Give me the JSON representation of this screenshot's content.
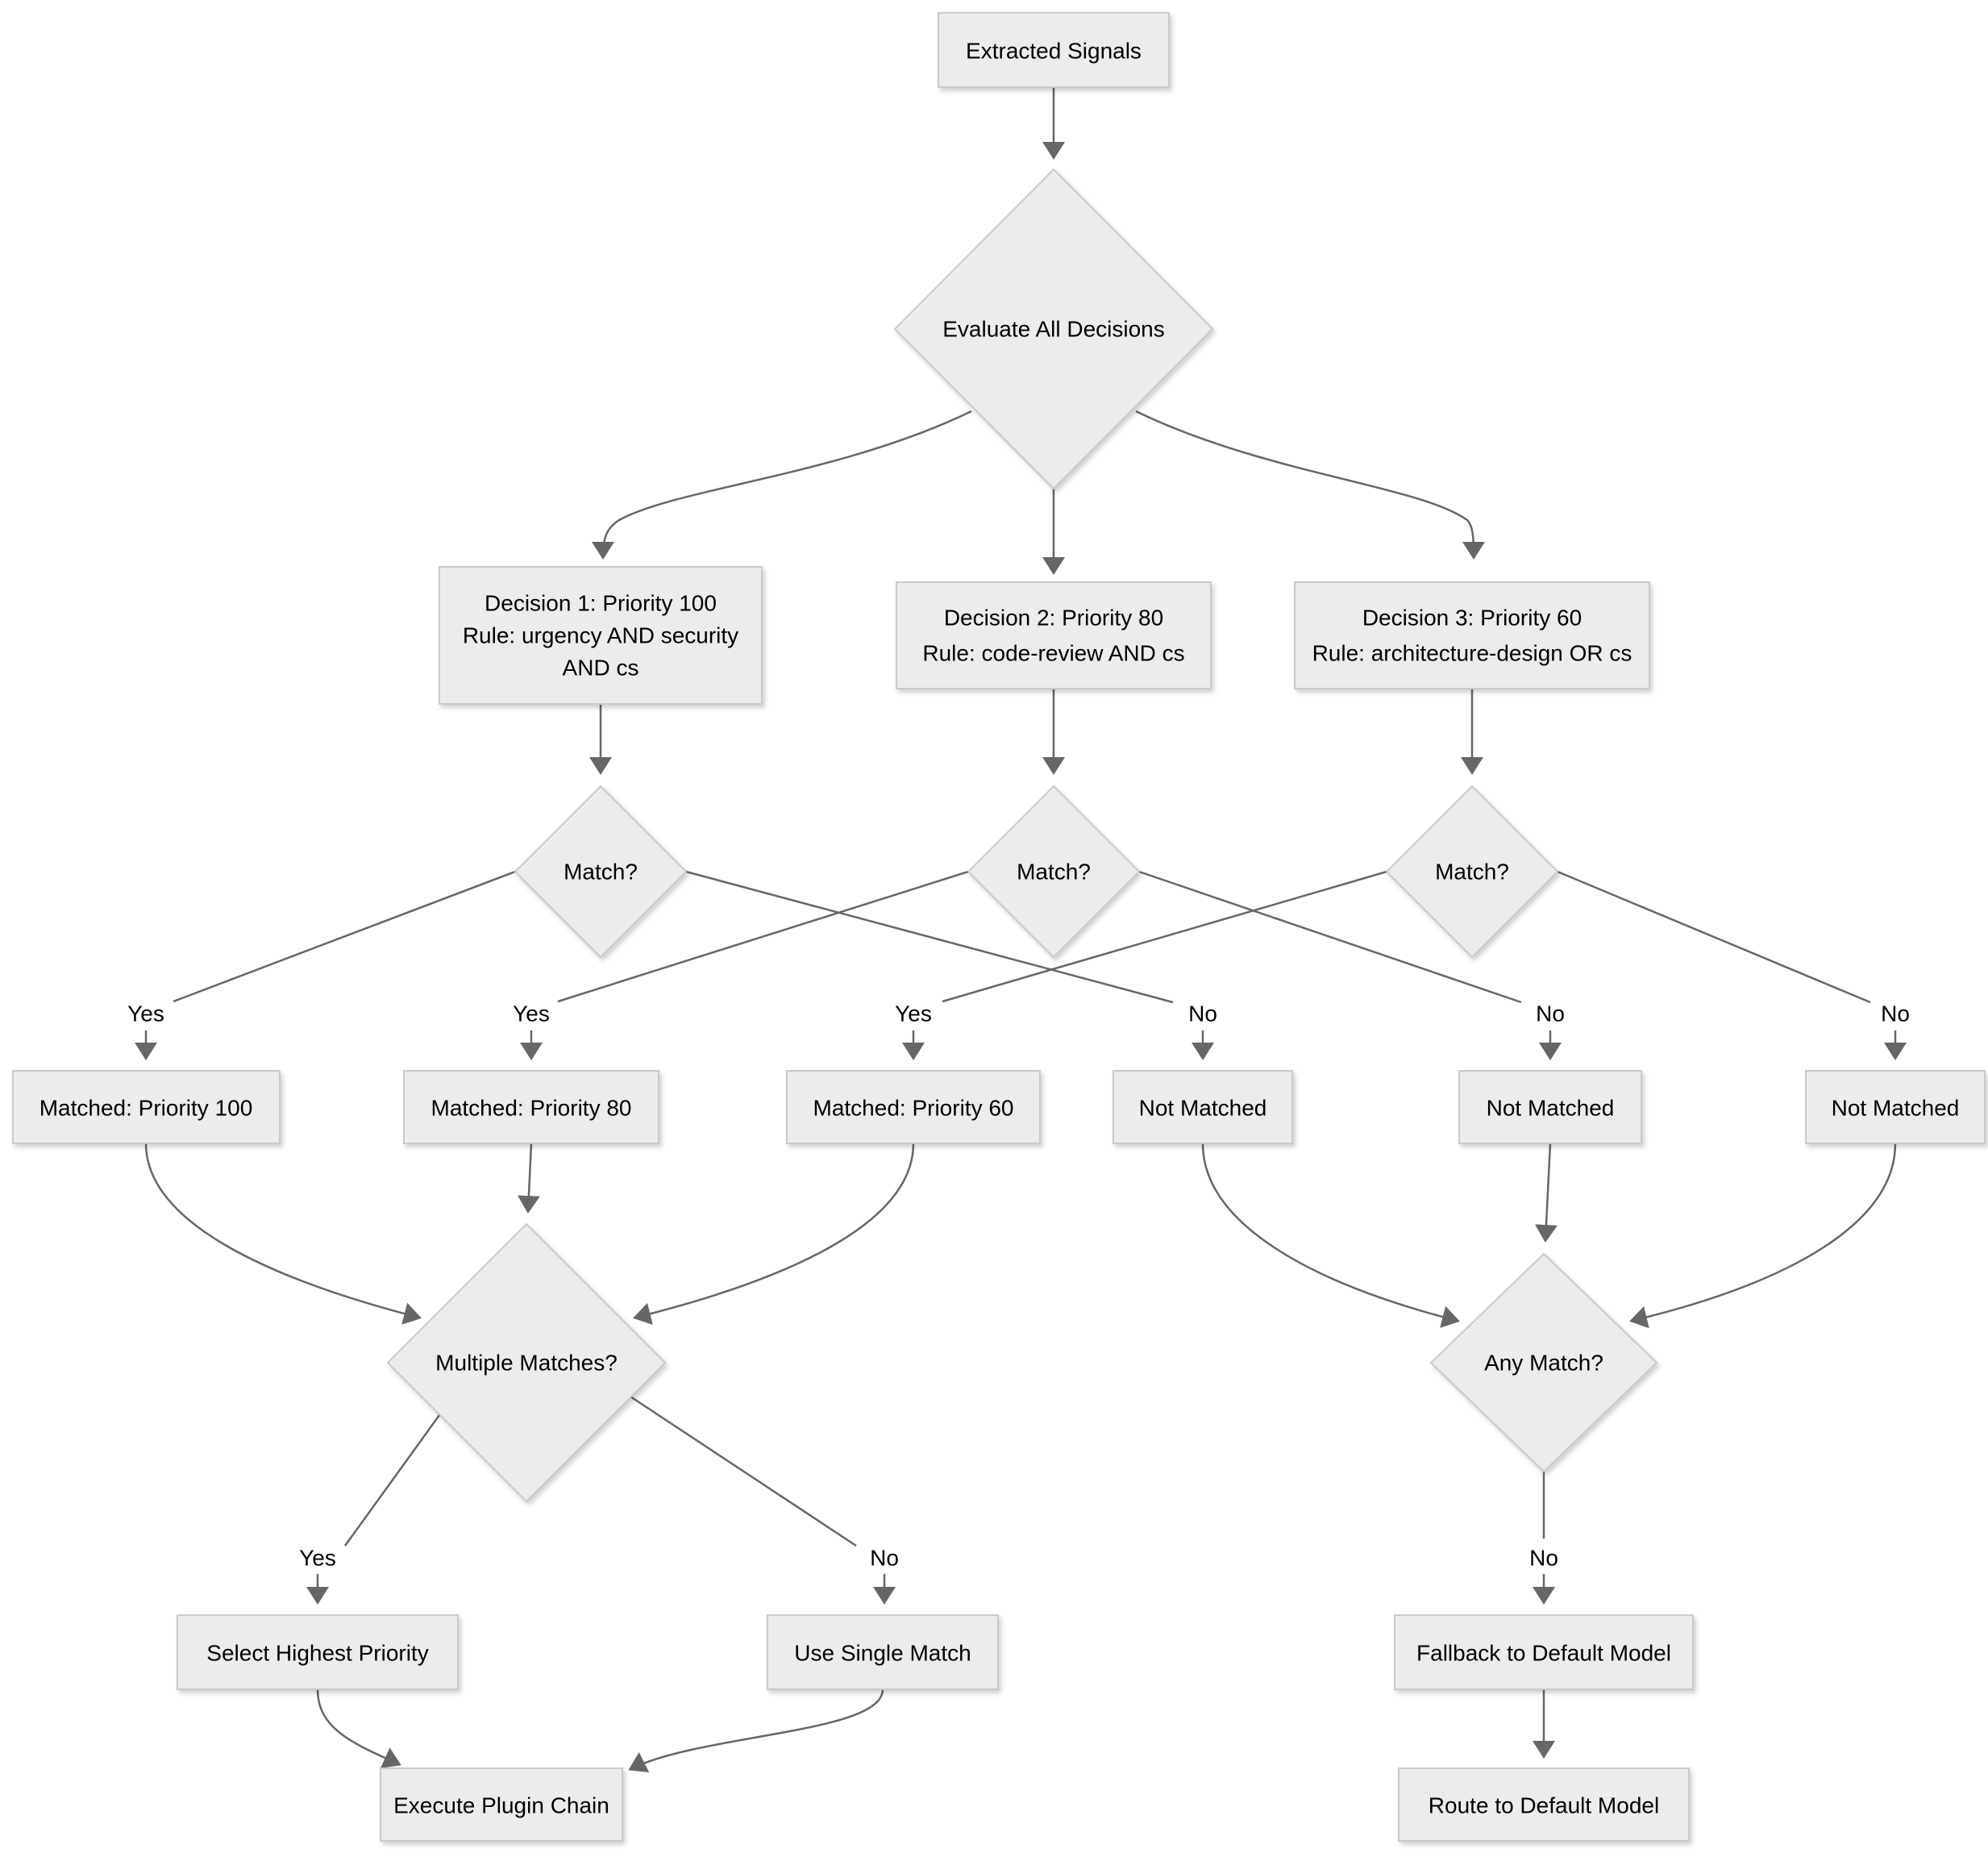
{
  "diagram": {
    "type": "flowchart",
    "direction": "top-down",
    "colors": {
      "background": "#ffffff",
      "node_fill": "#ececec",
      "node_border": "#c9c9c9",
      "edge": "#666666",
      "text": "#000000"
    },
    "nodes": {
      "extracted": {
        "shape": "rect",
        "label": "Extracted Signals"
      },
      "evaluate": {
        "shape": "diamond",
        "label": "Evaluate All Decisions"
      },
      "decision1": {
        "shape": "rect",
        "lines": [
          "Decision 1: Priority 100",
          "Rule: urgency AND security",
          "AND cs"
        ]
      },
      "decision2": {
        "shape": "rect",
        "lines": [
          "Decision 2: Priority 80",
          "Rule: code-review AND cs"
        ]
      },
      "decision3": {
        "shape": "rect",
        "lines": [
          "Decision 3: Priority 60",
          "Rule: architecture-design OR cs"
        ]
      },
      "match1": {
        "shape": "diamond",
        "label": "Match?"
      },
      "match2": {
        "shape": "diamond",
        "label": "Match?"
      },
      "match3": {
        "shape": "diamond",
        "label": "Match?"
      },
      "matched100": {
        "shape": "rect",
        "label": "Matched: Priority 100"
      },
      "matched80": {
        "shape": "rect",
        "label": "Matched: Priority 80"
      },
      "matched60": {
        "shape": "rect",
        "label": "Matched: Priority 60"
      },
      "notmatched1": {
        "shape": "rect",
        "label": "Not Matched"
      },
      "notmatched2": {
        "shape": "rect",
        "label": "Not Matched"
      },
      "notmatched3": {
        "shape": "rect",
        "label": "Not Matched"
      },
      "multiple": {
        "shape": "diamond",
        "label": "Multiple Matches?"
      },
      "anymatch": {
        "shape": "diamond",
        "label": "Any Match?"
      },
      "select": {
        "shape": "rect",
        "label": "Select Highest Priority"
      },
      "single": {
        "shape": "rect",
        "label": "Use Single Match"
      },
      "fallback": {
        "shape": "rect",
        "label": "Fallback to Default Model"
      },
      "execute": {
        "shape": "rect",
        "label": "Execute Plugin Chain"
      },
      "route": {
        "shape": "rect",
        "label": "Route to Default Model"
      }
    },
    "edge_labels": {
      "match1_yes": "Yes",
      "match1_no": "No",
      "match2_yes": "Yes",
      "match2_no": "No",
      "match3_yes": "Yes",
      "match3_no": "No",
      "multiple_yes": "Yes",
      "multiple_no": "No",
      "any_no": "No"
    }
  }
}
